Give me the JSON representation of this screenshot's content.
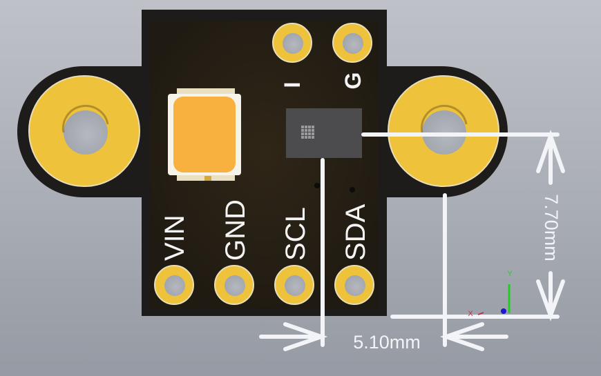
{
  "viewer": {
    "title": "PCB 3D View",
    "background_color": "#a9adb5"
  },
  "board": {
    "solder_mask_color": "#2a2114",
    "copper_color": "#efc23c",
    "silkscreen_color": "#f4f4f4",
    "top_pin_labels": [
      "I",
      "G"
    ],
    "bottom_pin_labels": [
      "VIN",
      "GND",
      "SCL",
      "SDA"
    ],
    "led_color": "#f8b03e",
    "sensor_chip_color": "#4c4c4f"
  },
  "dimensions": {
    "horizontal": {
      "value": "5.10mm"
    },
    "vertical": {
      "value": "7.70mm"
    },
    "line_color": "#f2f4f8"
  },
  "axes_gizmo": {
    "x_label": "X",
    "y_label": "Y",
    "x_color": "#c0304a",
    "y_color": "#22cc22",
    "z_color": "#1a1acc"
  }
}
